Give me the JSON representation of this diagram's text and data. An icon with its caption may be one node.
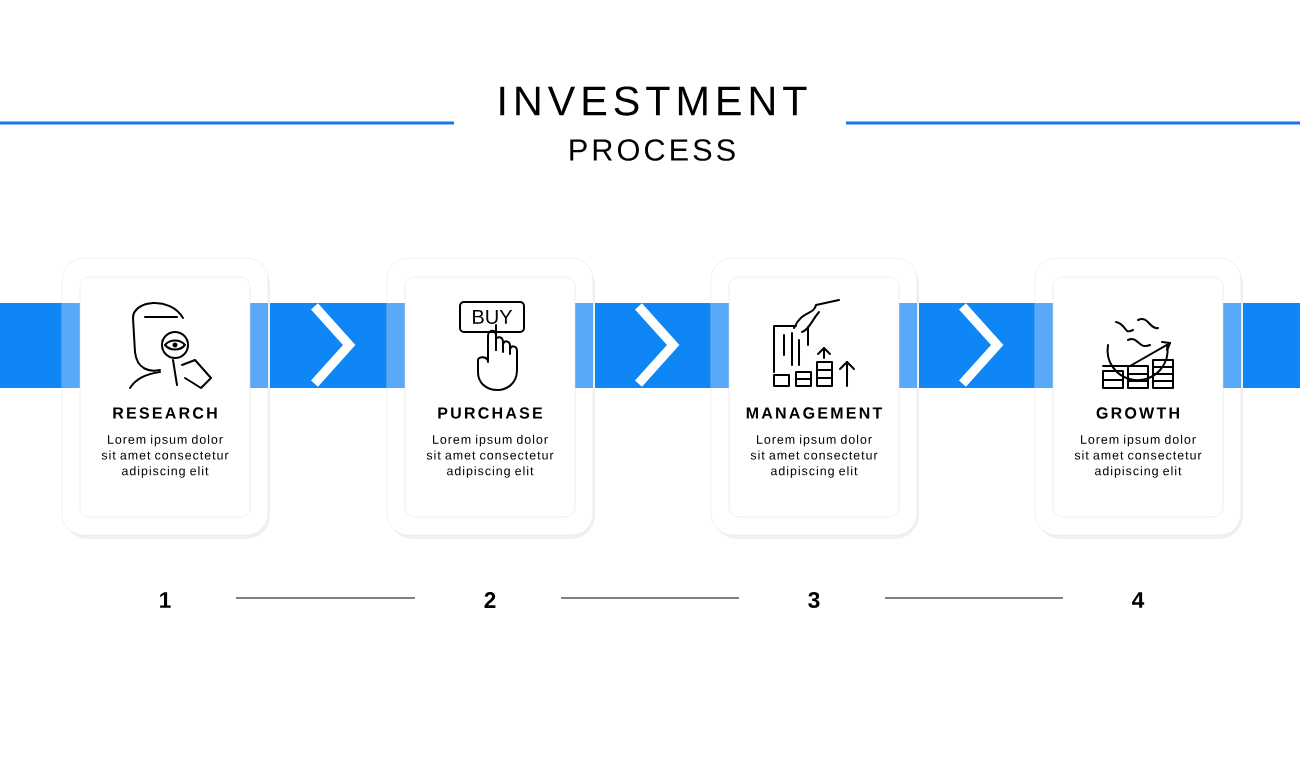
{
  "diagram": {
    "title": "INVESTMENT",
    "nodes": [
      {
        "text": [
          "RESEARCH",
          "Lorem ipsum dolor sit amet consectetur adipiscing elit"
        ]
      },
      {
        "text": [
          "PURCHASE",
          "Lorem ipsum dolor sit amet consectetur adipiscing elit"
        ]
      },
      {
        "text": [
          "MANAGEMENT",
          "Lorem ipsum dolor sit amet consectetur adipiscing elit"
        ]
      },
      {
        "text": [
          "GROWTH",
          "Lorem ipsum dolor sit amet consectetur adipiscing elit"
        ]
      }
    ],
    "edges": [
      {
        "from": 0,
        "to": 1,
        "arrow": "to"
      },
      {
        "from": 1,
        "to": 2,
        "arrow": "to"
      },
      {
        "from": 2,
        "to": 3,
        "arrow": "to"
      }
    ],
    "labels": [
      "PROCESS",
      "BUY",
      "1",
      "2",
      "3",
      "4"
    ]
  }
}
